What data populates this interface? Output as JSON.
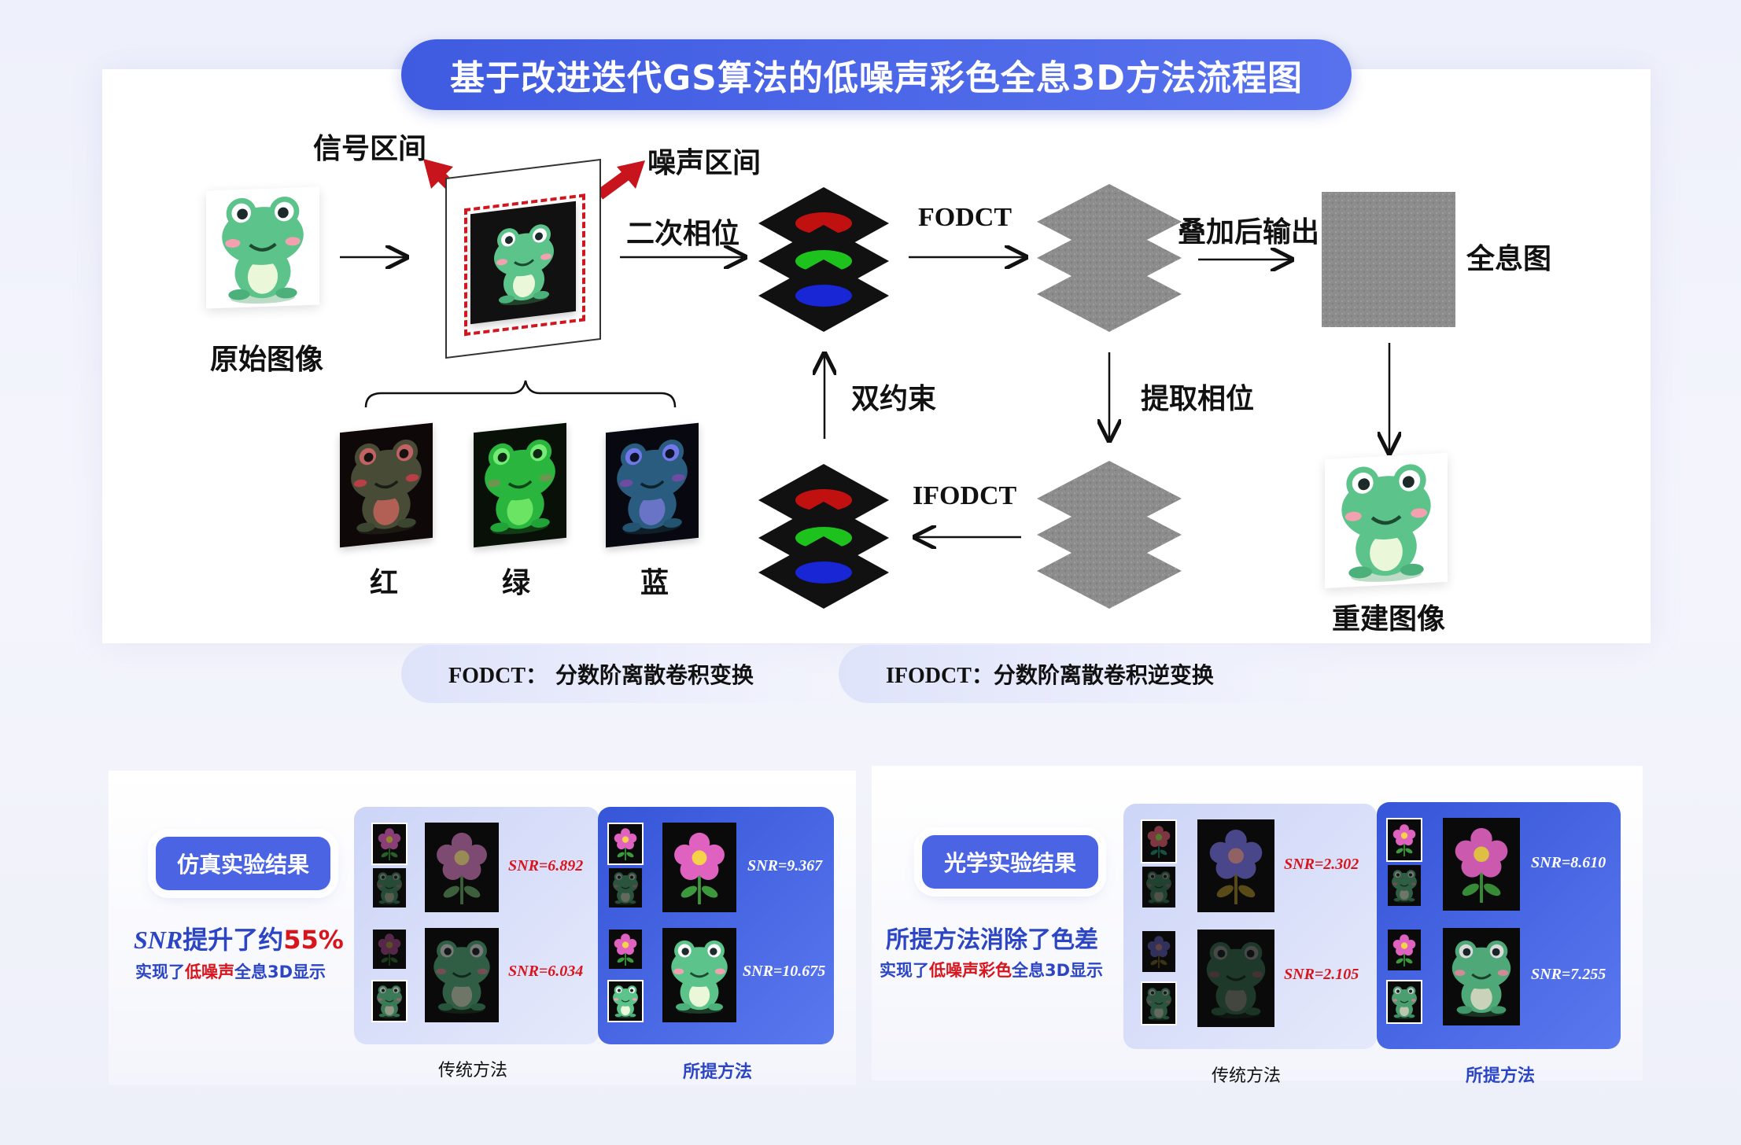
{
  "title": "基于改进迭代GS算法的低噪声彩色全息3D方法流程图",
  "flow": {
    "original_image": "原始图像",
    "signal_region": "信号区间",
    "noise_region": "噪声区间",
    "quadratic_phase": "二次相位",
    "fodct": "FODCT",
    "superpose_output": "叠加后输出",
    "hologram": "全息图",
    "dual_constraint": "双约束",
    "extract_phase": "提取相位",
    "ifodct": "IFODCT",
    "reconstructed_image": "重建图像",
    "channels": [
      "红",
      "绿",
      "蓝"
    ]
  },
  "definitions": {
    "fodct_key": "FODCT：",
    "fodct_value": "分数阶离散卷积变换",
    "ifodct_key": "IFODCT：",
    "ifodct_value": "分数阶离散卷积逆变换"
  },
  "simulation": {
    "badge": "仿真实验结果",
    "headline_prefix": "SNR",
    "headline_mid": "提升了约",
    "headline_value": "55%",
    "sub_pre": "实现了",
    "sub_hl": "低噪声",
    "sub_post": "全息3D显示",
    "trad_snr_flower": "SNR=6.892",
    "trad_snr_frog": "SNR=6.034",
    "prop_snr_flower": "SNR=9.367",
    "prop_snr_frog": "SNR=10.675",
    "trad_label": "传统方法",
    "prop_label": "所提方法"
  },
  "optical": {
    "badge": "光学实验结果",
    "headline": "所提方法消除了色差",
    "sub_pre": "实现了",
    "sub_hl": "低噪声彩色",
    "sub_post": "全息3D显示",
    "trad_snr_flower": "SNR=2.302",
    "trad_snr_frog": "SNR=2.105",
    "prop_snr_flower": "SNR=8.610",
    "prop_snr_frog": "SNR=7.255",
    "trad_label": "传统方法",
    "prop_label": "所提方法"
  },
  "colors": {
    "accent_blue": "#4a64e4",
    "highlight_red": "#d8141c",
    "dark_blue_text": "#2b45c4",
    "noise_gray": "#8e8e8e",
    "arrow_red": "#c8141c"
  }
}
